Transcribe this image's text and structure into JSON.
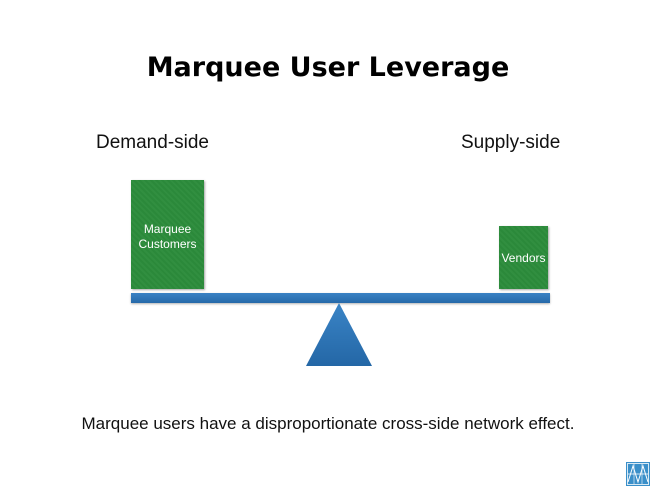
{
  "title": "Marquee User Leverage",
  "labels": {
    "left": "Demand-side",
    "right": "Supply-side"
  },
  "boxes": {
    "left_line1": "Marquee",
    "left_line2": "Customers",
    "right": "Vendors"
  },
  "caption": "Marquee users have a disproportionate cross-side network effect.",
  "colors": {
    "box_green": "#2c8c3b",
    "beam_blue": "#2b74b8",
    "fulcrum_blue": "#2b74b8",
    "logo_blue": "#3a8fc9"
  },
  "icons": {
    "logo": "map-logo-icon"
  }
}
